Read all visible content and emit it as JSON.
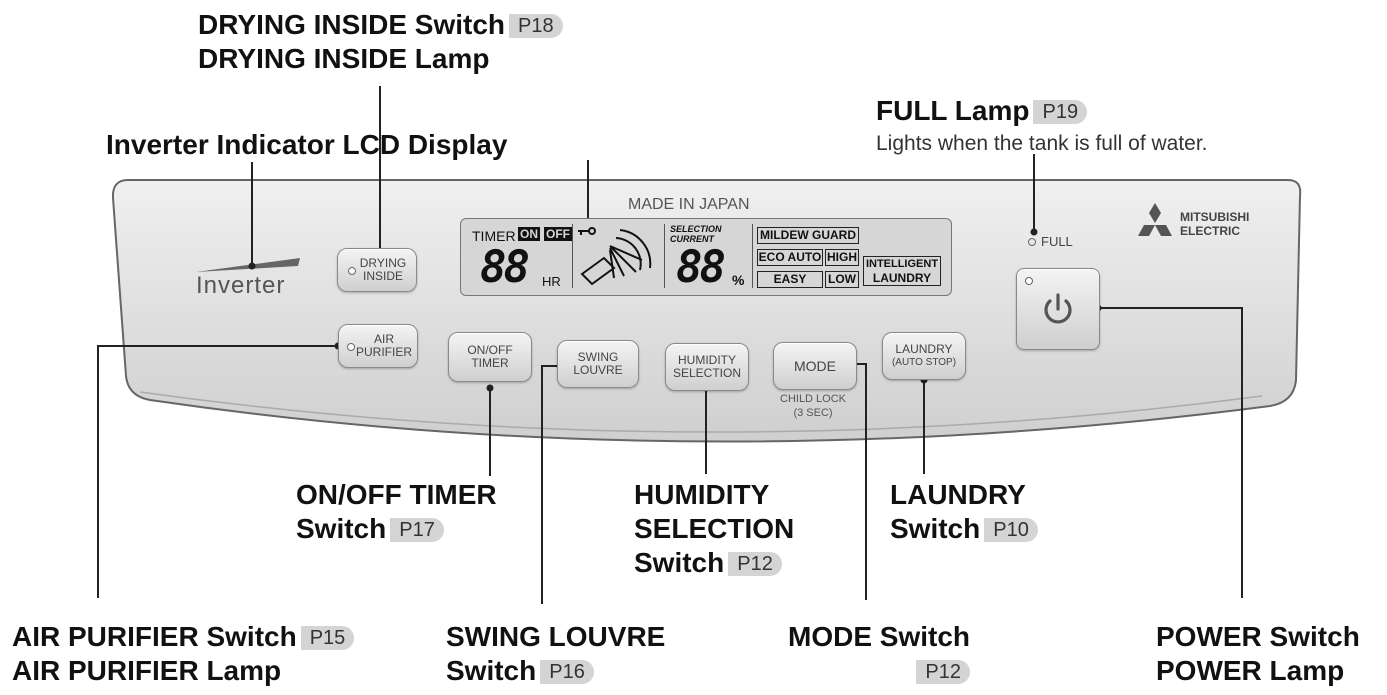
{
  "labels": {
    "drying_switch": "DRYING INSIDE Switch",
    "drying_switch_page": "P18",
    "drying_lamp": "DRYING INSIDE Lamp",
    "lcd_display": "Inverter Indicator LCD Display",
    "full_lamp": "FULL Lamp",
    "full_lamp_page": "P19",
    "full_lamp_note": "Lights when the tank is full of water.",
    "onoff_timer_l1": "ON/OFF TIMER",
    "onoff_timer_l2": "Switch",
    "onoff_timer_page": "P17",
    "humidity_l1": "HUMIDITY",
    "humidity_l2": "SELECTION",
    "humidity_l3": "Switch",
    "humidity_page": "P12",
    "laundry_l1": "LAUNDRY",
    "laundry_l2": "Switch",
    "laundry_page": "P10",
    "air_purifier_switch": "AIR PURIFIER Switch",
    "air_purifier_page": "P15",
    "air_purifier_lamp": "AIR PURIFIER Lamp",
    "swing_l1": "SWING LOUVRE",
    "swing_l2": "Switch",
    "swing_page": "P16",
    "mode_l1": "MODE Switch",
    "mode_page": "P12",
    "power_switch": "POWER Switch",
    "power_lamp": "POWER Lamp"
  },
  "panel": {
    "made_in": "MADE IN JAPAN",
    "brand_l1": "MITSUBISHI",
    "brand_l2": "ELECTRIC",
    "inverter_logo": "Inverter",
    "full_text": "FULL",
    "child_lock_l1": "CHILD LOCK",
    "child_lock_l2": "(3 SEC)",
    "buttons": {
      "drying_l1": "DRYING",
      "drying_l2": "INSIDE",
      "air_l1": "AIR",
      "air_l2": "PURIFIER",
      "timer_l1": "ON/OFF",
      "timer_l2": "TIMER",
      "swing_l1": "SWING",
      "swing_l2": "LOUVRE",
      "humidity_l1": "HUMIDITY",
      "humidity_l2": "SELECTION",
      "mode": "MODE",
      "laundry_l1": "LAUNDRY",
      "laundry_l2": "(AUTO STOP)"
    },
    "lcd": {
      "timer": "TIMER",
      "on": "ON",
      "off": "OFF",
      "digits_left": "88",
      "hr": "HR",
      "selection": "SELECTION",
      "current": "CURRENT",
      "digits_right": "88",
      "percent": "%",
      "mildew_guard": "MILDEW GUARD",
      "eco_auto": "ECO AUTO",
      "high": "HIGH",
      "easy": "EASY",
      "low": "LOW",
      "intelligent": "INTELLIGENT",
      "laundry": "LAUNDRY"
    }
  },
  "colors": {
    "panel_fill": "#dedede",
    "page_tag": "#d4d4d4",
    "lcd_fill": "#d6d6d6"
  }
}
